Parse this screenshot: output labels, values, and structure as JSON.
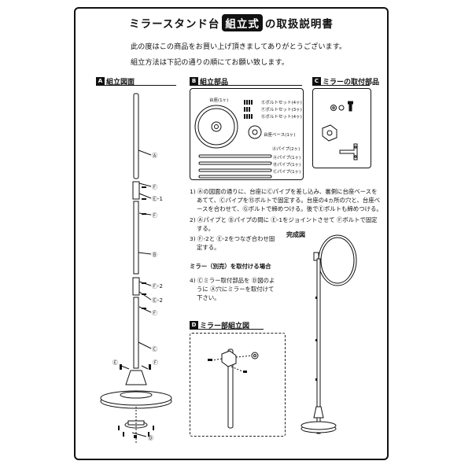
{
  "header": {
    "title_before": "ミラースタンド台",
    "title_boxed": "組立式",
    "title_after": "の取扱説明書"
  },
  "intro": {
    "line1": "此の度はこの商品をお買い上げ頂きましてありがとうございます。",
    "line2": "組立方法は下記の通りの順にてお願い致します。"
  },
  "sections": {
    "a": {
      "key": "A",
      "label": "組立図面"
    },
    "b": {
      "key": "B",
      "label": "組立部品"
    },
    "c": {
      "key": "C",
      "label": "ミラーの取付部品"
    },
    "d": {
      "key": "D",
      "label": "ミラー部組立図"
    }
  },
  "diagram_a": {
    "callouts": [
      "Ⓐ",
      "Ⓕ",
      "Ⓔ-1",
      "Ⓕ",
      "Ⓑ",
      "Ⓕ-2",
      "Ⓔ-2",
      "Ⓕ",
      "Ⓒ",
      "Ⓔ",
      "Ⓕ",
      "Ⓓ"
    ]
  },
  "parts": {
    "base_label": "台座(1ヶ)",
    "bolt_set_1": "Ⓔボルトセット(4ヶ)",
    "bolt_set_2": "Ⓕボルトセット(3ヶ)",
    "bolt_set_3": "Ⓖボルトセット(4ヶ)",
    "base_plate": "台座ベース(1ヶ)",
    "pipe_2": "Ⓐパイプ(2ヶ)",
    "pipe_a": "Ⓐパイプ(1ヶ)",
    "pipe_b": "Ⓑパイプ(1ヶ)",
    "pipe_c": "Ⓒパイプ(1ヶ)"
  },
  "steps": {
    "s1_l1": "1) Ⓐの図面の通りに、台座にⒸパイプを差し込み、裏側に台座ベースを",
    "s1_l2": "あてて、Ⓒパイプを⑮ボルトで固定する。台座の4ヵ所の穴と、台座べ",
    "s1_l3": "ースを合わせて、Ⓖボルトで締めつける。後でⒺボルトも締めつける。",
    "s2_l1": "2) Ⓐパイプと Ⓑパイプの間に Ⓔ-1をジョイントさせて Ⓕボルトで固定",
    "s2_l2": "する。",
    "s3_l1": "3) Ⓕ-2と Ⓔ-2をつなぎ合わせ固",
    "s3_l2": "定する。",
    "mirror_heading": "ミラー（別売）を取付ける場合",
    "s4_l1": "4) Ⓒミラー取付部品を Ⓓ図のよ",
    "s4_l2": "うに Ⓐ穴にミラーを取付けて",
    "s4_l3": "下さい。",
    "complete_label": "完成図"
  }
}
